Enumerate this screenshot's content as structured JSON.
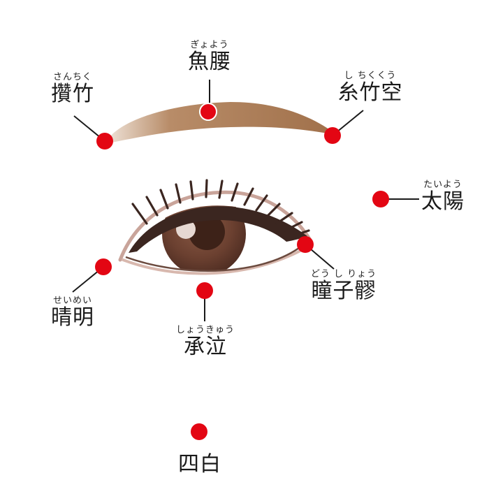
{
  "colors": {
    "point": "#e30613",
    "eyebrow": "#a8794f",
    "iris": "#6b4030",
    "lash": "#3b2620",
    "skin_line": "#c9a49a"
  },
  "points": [
    {
      "id": "sanchiku",
      "name": "攢竹",
      "reading": "さんちく"
    },
    {
      "id": "gyoyo",
      "name": "魚腰",
      "reading": "ぎょよう"
    },
    {
      "id": "shichikukuu",
      "name": "糸竹空",
      "reading": "し ちくくう"
    },
    {
      "id": "taiyo",
      "name": "太陽",
      "reading": "たいよう"
    },
    {
      "id": "doshiryo",
      "name": "瞳子髎",
      "reading": "どう し りょう"
    },
    {
      "id": "seimei",
      "name": "晴明",
      "reading": "せいめい"
    },
    {
      "id": "shokyu",
      "name": "承泣",
      "reading": "しょうきゅう"
    },
    {
      "id": "shihaku",
      "name": "四白",
      "reading": ""
    }
  ]
}
